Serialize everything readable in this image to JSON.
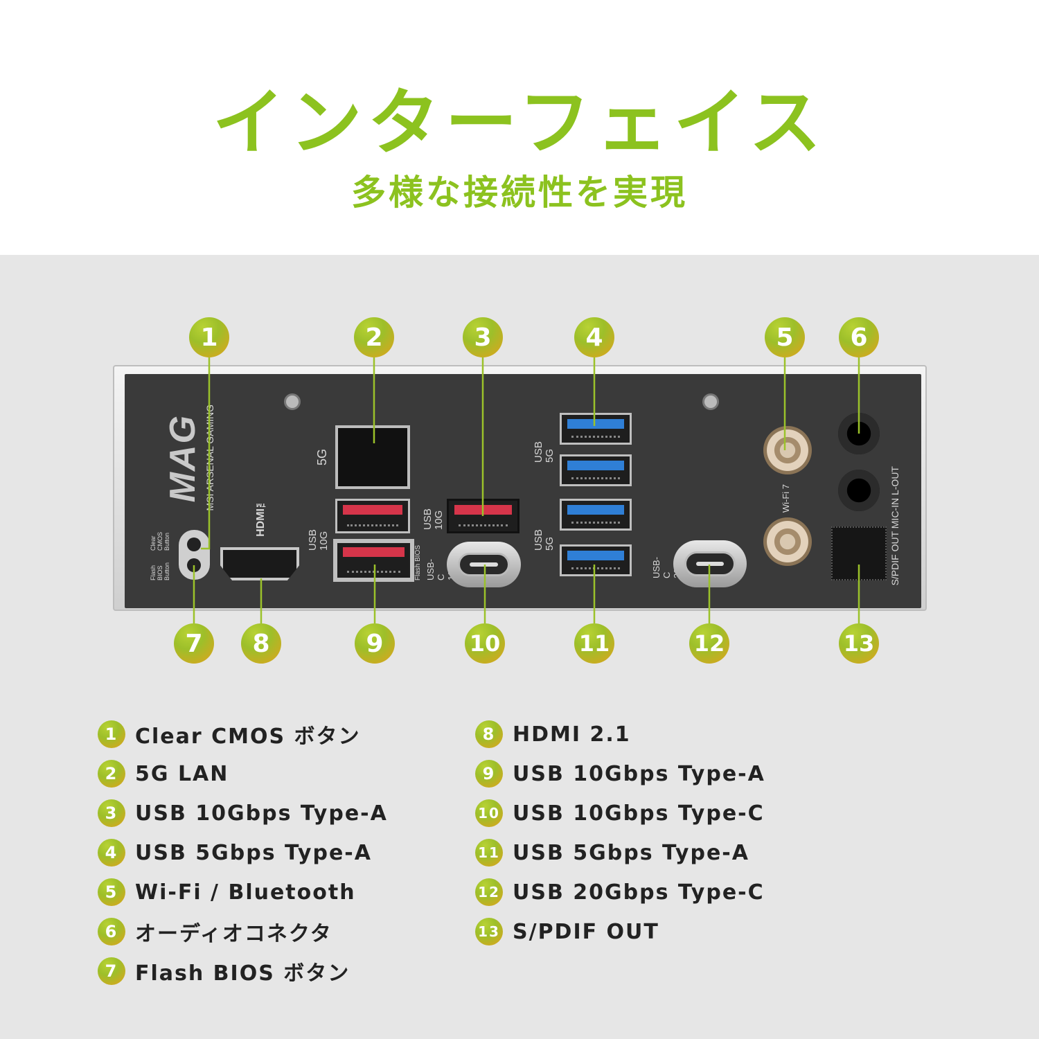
{
  "header": {
    "title": "インターフェイス",
    "subtitle": "多様な接続性を実現"
  },
  "colors": {
    "accent": "#8cc21f",
    "line": "#9bc22a",
    "badge_from": "#9dbf2a",
    "badge_to": "#e2a21c"
  },
  "panel": {
    "brand": "MSI ARSENAL GAMING",
    "logo": "MAG",
    "labels": {
      "clear_cmos": "Clear CMOS Button",
      "flash_bios": "Flash BIOS Button",
      "hdmi": "HDMI™",
      "lan": "5G",
      "usb10g_a": "USB 10G",
      "usb10g_b": "USB 10G",
      "flash_bios_usbc": "Flash BIOS",
      "usbc10g": "USB-C 10G",
      "usb5g_a": "USB 5G",
      "usb5g_b": "USB 5G",
      "usbc20g": "USB-C 20G",
      "wifi": "Wi-Fi 7",
      "audio": "S/PDIF OUT  MIC-IN  L-OUT"
    }
  },
  "callouts": [
    "1",
    "2",
    "3",
    "4",
    "5",
    "6",
    "7",
    "8",
    "9",
    "10",
    "11",
    "12",
    "13"
  ],
  "legend": [
    {
      "num": "1",
      "text": "Clear CMOS ボタン"
    },
    {
      "num": "2",
      "text": "5G LAN"
    },
    {
      "num": "3",
      "text": "USB 10Gbps Type-A"
    },
    {
      "num": "4",
      "text": "USB 5Gbps Type-A"
    },
    {
      "num": "5",
      "text": "Wi-Fi / Bluetooth"
    },
    {
      "num": "6",
      "text": "オーディオコネクタ"
    },
    {
      "num": "7",
      "text": "Flash BIOS ボタン"
    },
    {
      "num": "8",
      "text": "HDMI 2.1"
    },
    {
      "num": "9",
      "text": "USB 10Gbps Type-A"
    },
    {
      "num": "10",
      "text": "USB 10Gbps Type-C"
    },
    {
      "num": "11",
      "text": "USB 5Gbps Type-A"
    },
    {
      "num": "12",
      "text": "USB 20Gbps Type-C"
    },
    {
      "num": "13",
      "text": "S/PDIF OUT"
    }
  ]
}
